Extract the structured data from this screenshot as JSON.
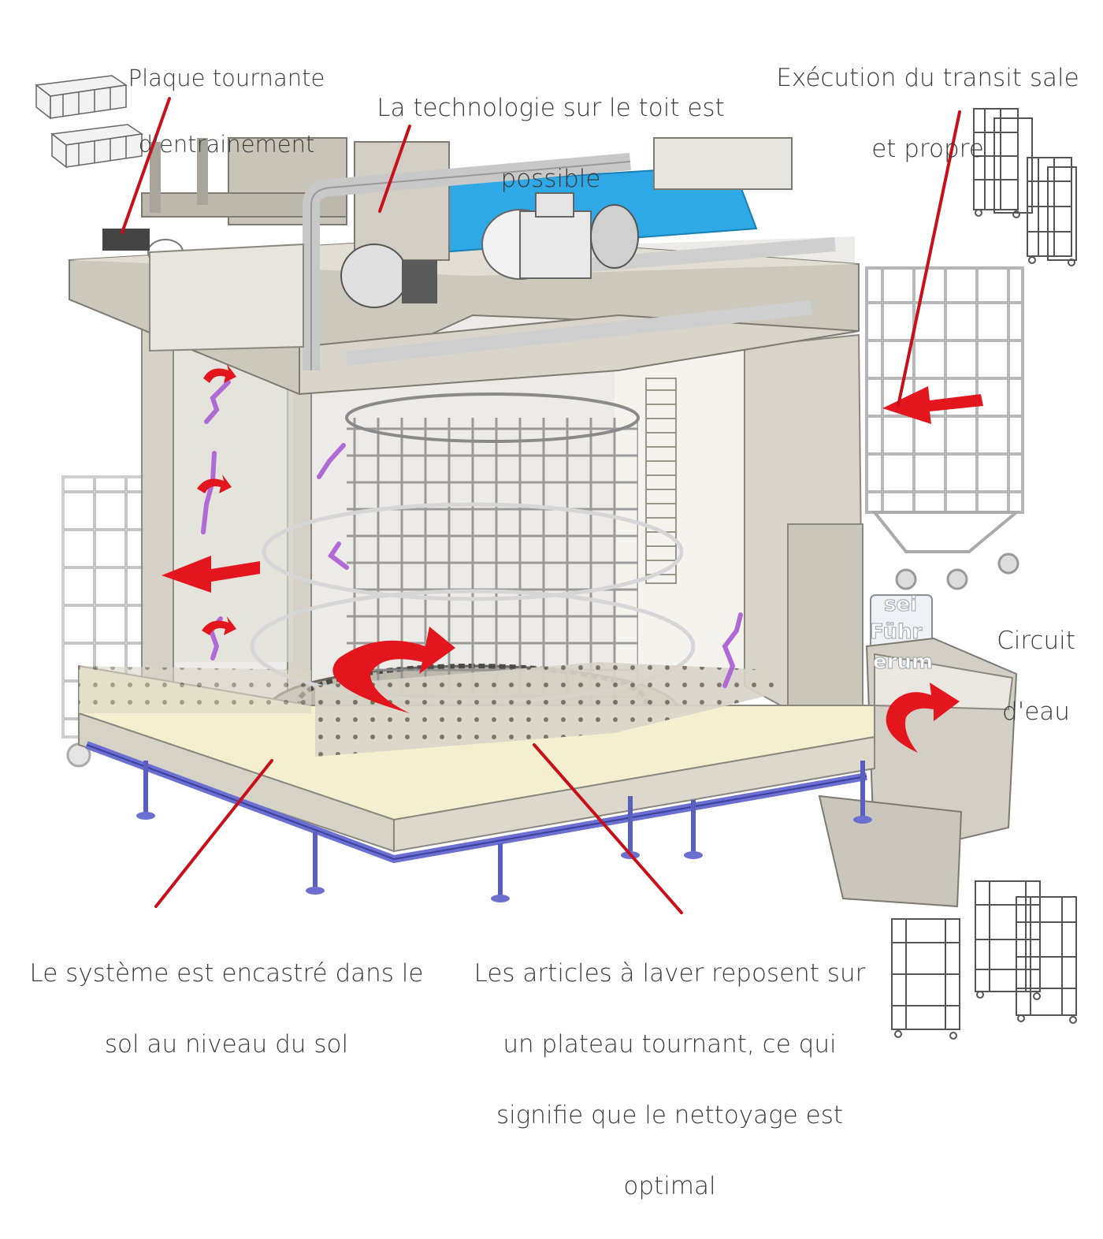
{
  "labels": {
    "drive_plate": [
      "Plaque tournante",
      "d'entrainement"
    ],
    "roof_tech": [
      "La technologie sur le toit est",
      "possible"
    ],
    "transit": [
      "Exécution du transit sale",
      "et propre"
    ],
    "water": [
      "Circuit",
      "d'eau"
    ],
    "floor": [
      "Le système est encastré dans le",
      "sol au niveau du sol"
    ],
    "turntable": [
      "Les articles à laver reposent sur",
      "un plateau tournant, ce qui",
      "signifie que le nettoyage est",
      "optimal"
    ]
  },
  "sign_text": [
    "sei",
    "Führ",
    "erum"
  ],
  "colors": {
    "arrow_red": "#e3161e",
    "frame_beige": "#d8d2c4",
    "base_yellow": "#f3efcf",
    "rail_blue": "#6a6fd0",
    "belt_blue": "#2fa8e6",
    "nozzle_purple": "#b06ad6",
    "text": "#3a3a3a"
  }
}
